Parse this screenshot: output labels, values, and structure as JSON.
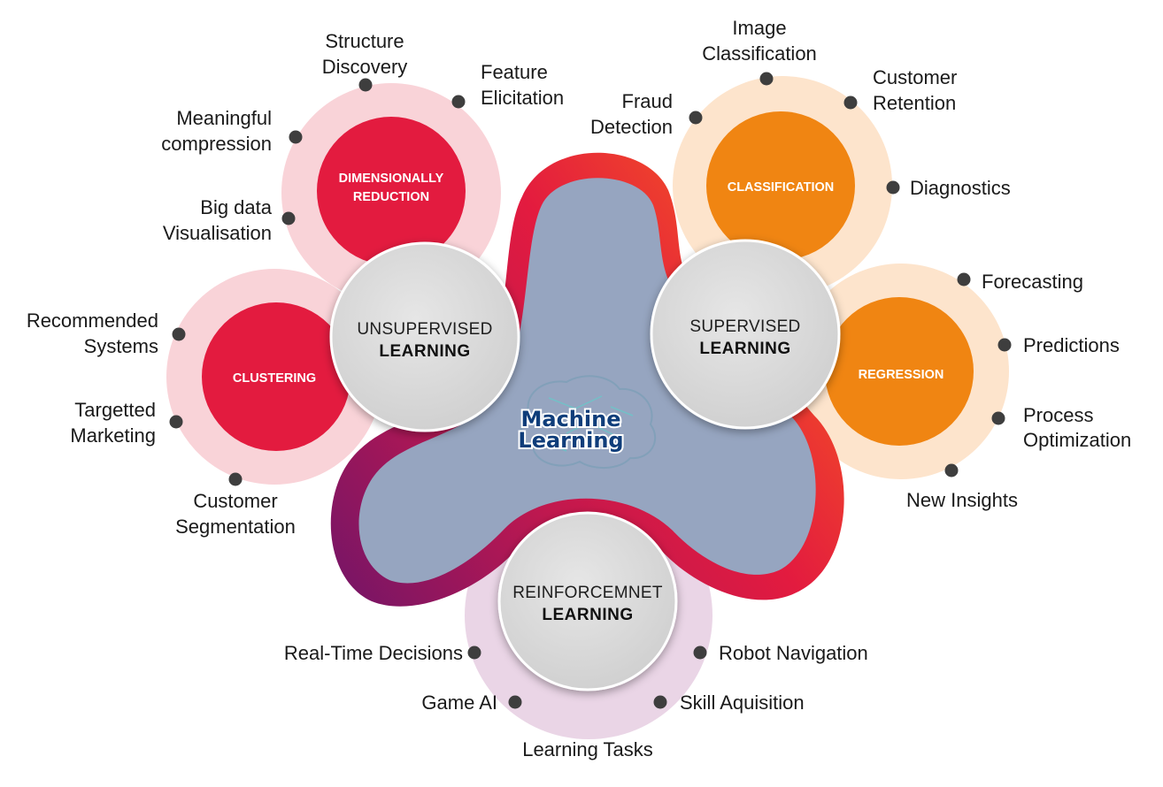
{
  "center_logo": {
    "line1": "Machine",
    "line2": "Learning"
  },
  "hubs": {
    "unsupervised": {
      "line1": "UNSUPERVISED",
      "line2": "LEARNING"
    },
    "supervised": {
      "line1": "SUPERVISED",
      "line2": "LEARNING"
    },
    "reinforcement": {
      "line1": "REINFORCEMNET",
      "line2": "LEARNING"
    }
  },
  "categories": {
    "dimensionality": {
      "line1": "DIMENSIONALLY",
      "line2": "REDUCTION",
      "color": "#e31b3f"
    },
    "clustering": {
      "label": "CLUSTERING",
      "color": "#e31b3f"
    },
    "classification": {
      "label": "CLASSIFICATION",
      "color": "#f08512"
    },
    "regression": {
      "label": "REGRESSION",
      "color": "#f08512"
    }
  },
  "leaves": {
    "dimensionality": [
      {
        "line1": "Structure",
        "line2": "Discovery"
      },
      {
        "line1": "Feature",
        "line2": "Elicitation"
      },
      {
        "line1": "Meaningful",
        "line2": "compression"
      },
      {
        "line1": "Big data",
        "line2": "Visualisation"
      }
    ],
    "clustering": [
      {
        "line1": "Recommended",
        "line2": "Systems"
      },
      {
        "line1": "Targetted",
        "line2": "Marketing"
      },
      {
        "line1": "Customer",
        "line2": "Segmentation"
      }
    ],
    "classification": [
      {
        "line1": "Image",
        "line2": "Classification"
      },
      {
        "line1": "Fraud",
        "line2": "Detection"
      },
      {
        "line1": "Customer",
        "line2": "Retention"
      },
      {
        "line1": "Diagnostics",
        "line2": ""
      }
    ],
    "regression": [
      {
        "line1": "Forecasting",
        "line2": ""
      },
      {
        "line1": "Predictions",
        "line2": ""
      },
      {
        "line1": "Process",
        "line2": "Optimization"
      },
      {
        "line1": "New Insights",
        "line2": ""
      }
    ],
    "reinforcement": [
      {
        "line1": "Real-Time Decisions",
        "line2": ""
      },
      {
        "line1": "Robot Navigation",
        "line2": ""
      },
      {
        "line1": "Game AI",
        "line2": ""
      },
      {
        "line1": "Skill Aquisition",
        "line2": ""
      },
      {
        "line1": "Learning Tasks",
        "line2": ""
      }
    ]
  },
  "colors": {
    "hub_fill": "#d9d9d9",
    "center_fill": "#96a5c0",
    "pink_halo": "#f9d3d8",
    "orange_halo": "#fde4cc",
    "purple_halo": "#ead5e6",
    "dot": "#3e3e3e",
    "logo_text": "#0f3d7a"
  }
}
